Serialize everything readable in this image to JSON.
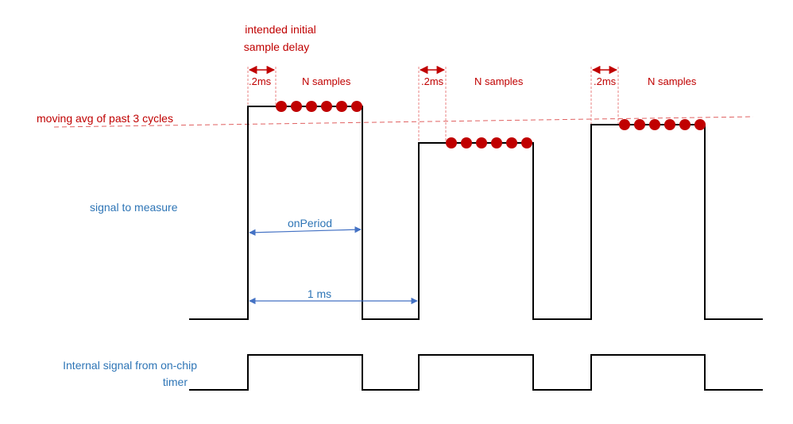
{
  "labels": {
    "sample_delay_line1": "intended initial",
    "sample_delay_line2": "sample delay",
    "delay_value": ".2ms",
    "n_samples": "N samples",
    "moving_avg": "moving avg  of past 3 cycles",
    "signal_to_measure": "signal to measure",
    "on_period": "onPeriod",
    "period": "1 ms",
    "internal_signal_line1": "Internal signal from on-chip",
    "internal_signal_line2": "timer"
  },
  "samples_per_cycle": 6,
  "colors": {
    "signal": "#000000",
    "sample_dot": "#c00000",
    "annotation_red": "#c00000",
    "annotation_blue": "#2e75b6",
    "avg_line": "#e06060",
    "dim_guide": "#e88080"
  }
}
